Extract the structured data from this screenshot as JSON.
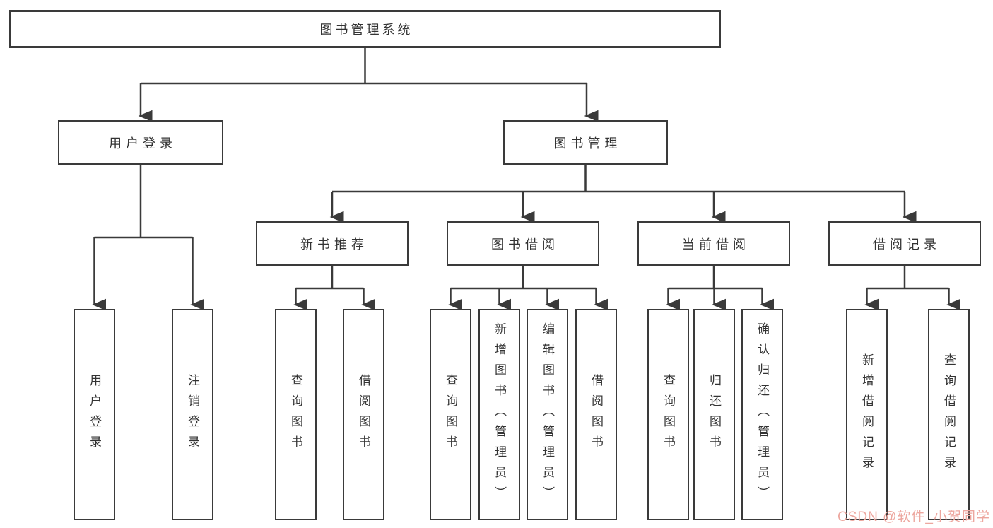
{
  "diagram": {
    "root": "图书管理系统",
    "level2": {
      "user_login": "用户登录",
      "book_management": "图书管理"
    },
    "level3": {
      "new_book_recommend": "新书推荐",
      "book_borrow": "图书借阅",
      "current_borrow": "当前借阅",
      "borrow_record": "借阅记录"
    },
    "leaves": {
      "user_login": "用户登录",
      "logout": "注销登录",
      "nbr_query_book": "查询图书",
      "nbr_borrow_book": "借阅图书",
      "bb_query_book": "查询图书",
      "bb_add_book": "新增图书（管理员）",
      "bb_edit_book": "编辑图书（管理员）",
      "bb_borrow_book": "借阅图书",
      "cb_query_book": "查询图书",
      "cb_return_book": "归还图书",
      "cb_confirm_return": "确认归还（管理员）",
      "br_add_record": "新增借阅记录",
      "br_query_record": "查询借阅记录"
    }
  },
  "watermark": "CSDN @软件_小贺同学",
  "colors": {
    "line": "#3a3a3a",
    "text": "#333333",
    "watermark": "#eda79f"
  }
}
